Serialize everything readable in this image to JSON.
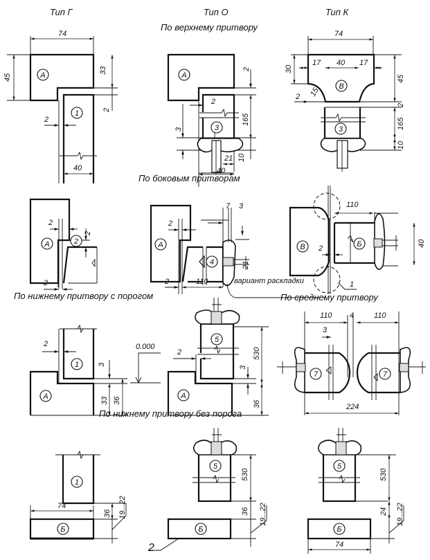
{
  "headers": {
    "type_g": "Тип Г",
    "type_o": "Тип О",
    "type_k": "Тип К",
    "top": "По верхнему притвору",
    "side": "По боковым притворам",
    "bottom_threshold": "По нижнему притвору с порогом",
    "middle": "По среднему притвору",
    "bottom_no_threshold": "По нижнему притвору без порога",
    "layout_variant": "вариант раскладки"
  },
  "top_row": {
    "type_g": {
      "dims": [
        "74",
        "45",
        "33",
        "2",
        "2",
        "40"
      ],
      "parts": [
        "А",
        "1"
      ]
    },
    "type_o": {
      "dims": [
        "2",
        "2",
        "165",
        "3",
        "21",
        "10",
        "40"
      ],
      "parts": [
        "А",
        "3"
      ]
    },
    "type_k": {
      "dims": [
        "74",
        "17",
        "40",
        "17",
        "30",
        "45",
        "2",
        "15",
        "2",
        "165",
        "10"
      ],
      "parts": [
        "В",
        "3"
      ]
    }
  },
  "side_row": {
    "left": {
      "dims": [
        "2",
        "2",
        "2"
      ],
      "parts": [
        "А",
        "2"
      ]
    },
    "center": {
      "dims": [
        "7",
        "3",
        "2",
        "2",
        "110",
        "21"
      ],
      "parts": [
        "А",
        "4"
      ]
    },
    "right": {
      "dims": [
        "110",
        "2",
        "40",
        "1"
      ],
      "parts": [
        "В",
        "Б"
      ]
    }
  },
  "threshold_row": {
    "left": {
      "dims": [
        "2",
        "3",
        "33",
        "36",
        "0.000"
      ],
      "parts": [
        "1",
        "А"
      ]
    },
    "center": {
      "dims": [
        "2",
        "3",
        "530",
        "36"
      ],
      "parts": [
        "5",
        "А"
      ]
    },
    "middle": {
      "dims": [
        "110",
        "4",
        "110",
        "3",
        "224"
      ],
      "parts": [
        "7",
        "7"
      ]
    }
  },
  "bottom_row": {
    "left": {
      "dims": [
        "74",
        "36",
        "19...22"
      ],
      "parts": [
        "1",
        "Б"
      ]
    },
    "center": {
      "dims": [
        "530",
        "36",
        "19...22",
        "2"
      ],
      "parts": [
        "5",
        "Б"
      ]
    },
    "right": {
      "dims": [
        "530",
        "24",
        "19...22",
        "74"
      ],
      "parts": [
        "5",
        "Б"
      ]
    }
  }
}
